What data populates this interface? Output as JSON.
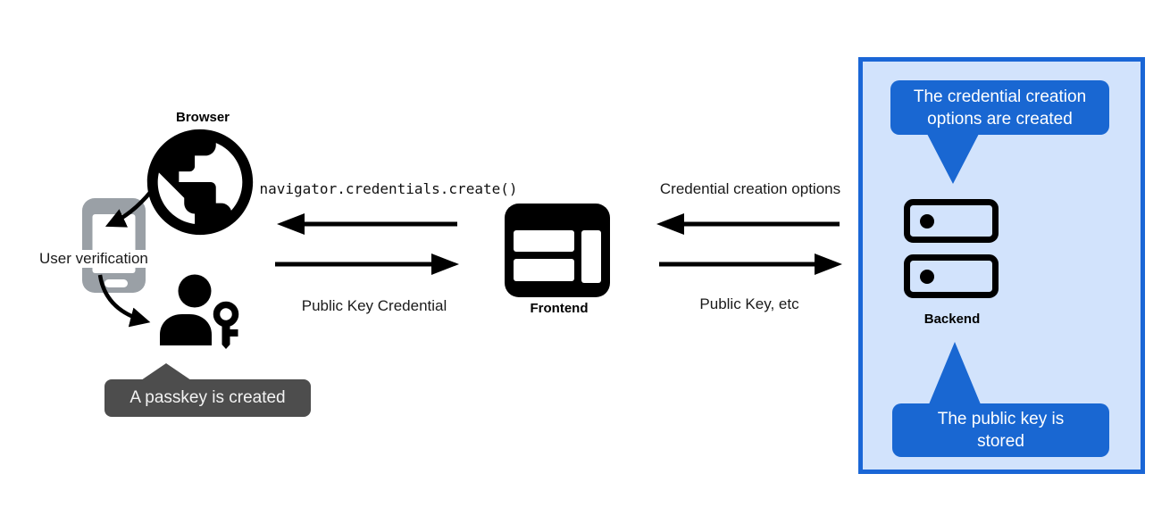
{
  "colors": {
    "accent_blue": "#1967d2",
    "panel_border_blue": "#1a66d6",
    "panel_background_blue": "#d2e3fc",
    "tooltip_dark": "#4d4d4d",
    "phone_gray": "#9aa0a6",
    "ink": "#000000"
  },
  "icons": {
    "browser": "globe-icon",
    "user_verification": "smartphone-icon",
    "passkey": "person-key-icon",
    "frontend": "browser-window-icon",
    "backend": "server-stack-icon"
  },
  "nodes": {
    "browser": {
      "label": "Browser"
    },
    "user_verification": {
      "label": "User verification"
    },
    "frontend": {
      "label": "Frontend"
    },
    "backend": {
      "label": "Backend"
    }
  },
  "messages": {
    "frontend_to_browser": {
      "label": "navigator.credentials.create()"
    },
    "browser_to_frontend": {
      "label": "Public Key Credential"
    },
    "backend_to_frontend": {
      "label": "Credential creation options"
    },
    "frontend_to_backend": {
      "label": "Public Key, etc"
    }
  },
  "callouts": {
    "passkey_created": {
      "text": "A passkey is created"
    },
    "options_created": {
      "text": "The credential creation\noptions are created"
    },
    "public_key_stored": {
      "text": "The public key is\nstored"
    }
  }
}
